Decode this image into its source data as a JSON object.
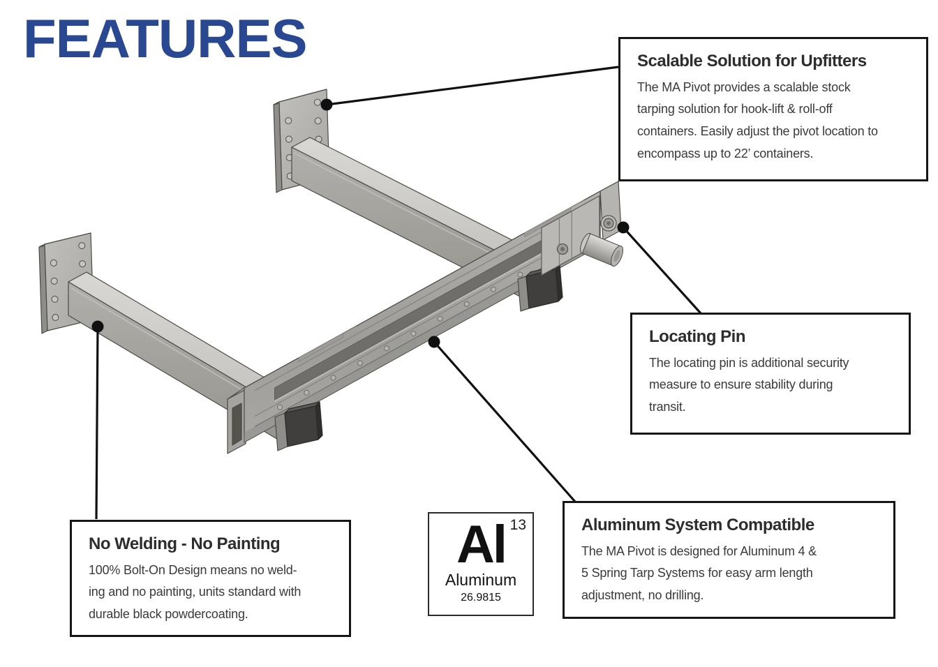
{
  "page": {
    "title": "FEATURES",
    "background_color": "#ffffff",
    "title_color": "#2a4791",
    "leader_color": "#101010",
    "callout_border_color": "#161616",
    "metal_light": "#d6d5d1",
    "metal_mid": "#a7a6a2",
    "metal_dark": "#8e8d89",
    "end_block_color": "#403f3d"
  },
  "illustration": {
    "description": "Isometric CAD rendering of the MA Pivot bolt-on frame: two square-tube arms with bolt-hole mounting plates joined by a long slotted rail with clamp pads, end stop blocks, a bolted pivot bracket and a locating pin"
  },
  "callouts": [
    {
      "id": "scalable",
      "title": "Scalable Solution for Upfitters",
      "body": "The MA Pivot provides a scalable stock\ntarping solution for hook-lift & roll-off\ncontainers. Easily adjust the pivot location to\nencompass up to 22’ containers."
    },
    {
      "id": "locating-pin",
      "title": "Locating Pin",
      "body": "The locating pin is additional security\nmeasure to ensure stability during\ntransit."
    },
    {
      "id": "no-welding",
      "title": "No Welding - No Painting",
      "body": "100% Bolt-On Design means no weld-\ning and no painting, units standard with\ndurable black powdercoating."
    },
    {
      "id": "aluminum-compatible",
      "title": "Aluminum System Compatible",
      "body": "The MA Pivot is designed for Aluminum 4 &\n5 Spring Tarp Systems for easy arm length\nadjustment, no drilling."
    }
  ],
  "element_card": {
    "symbol": "Al",
    "atomic_number": "13",
    "name": "Aluminum",
    "atomic_mass": "26.9815"
  }
}
